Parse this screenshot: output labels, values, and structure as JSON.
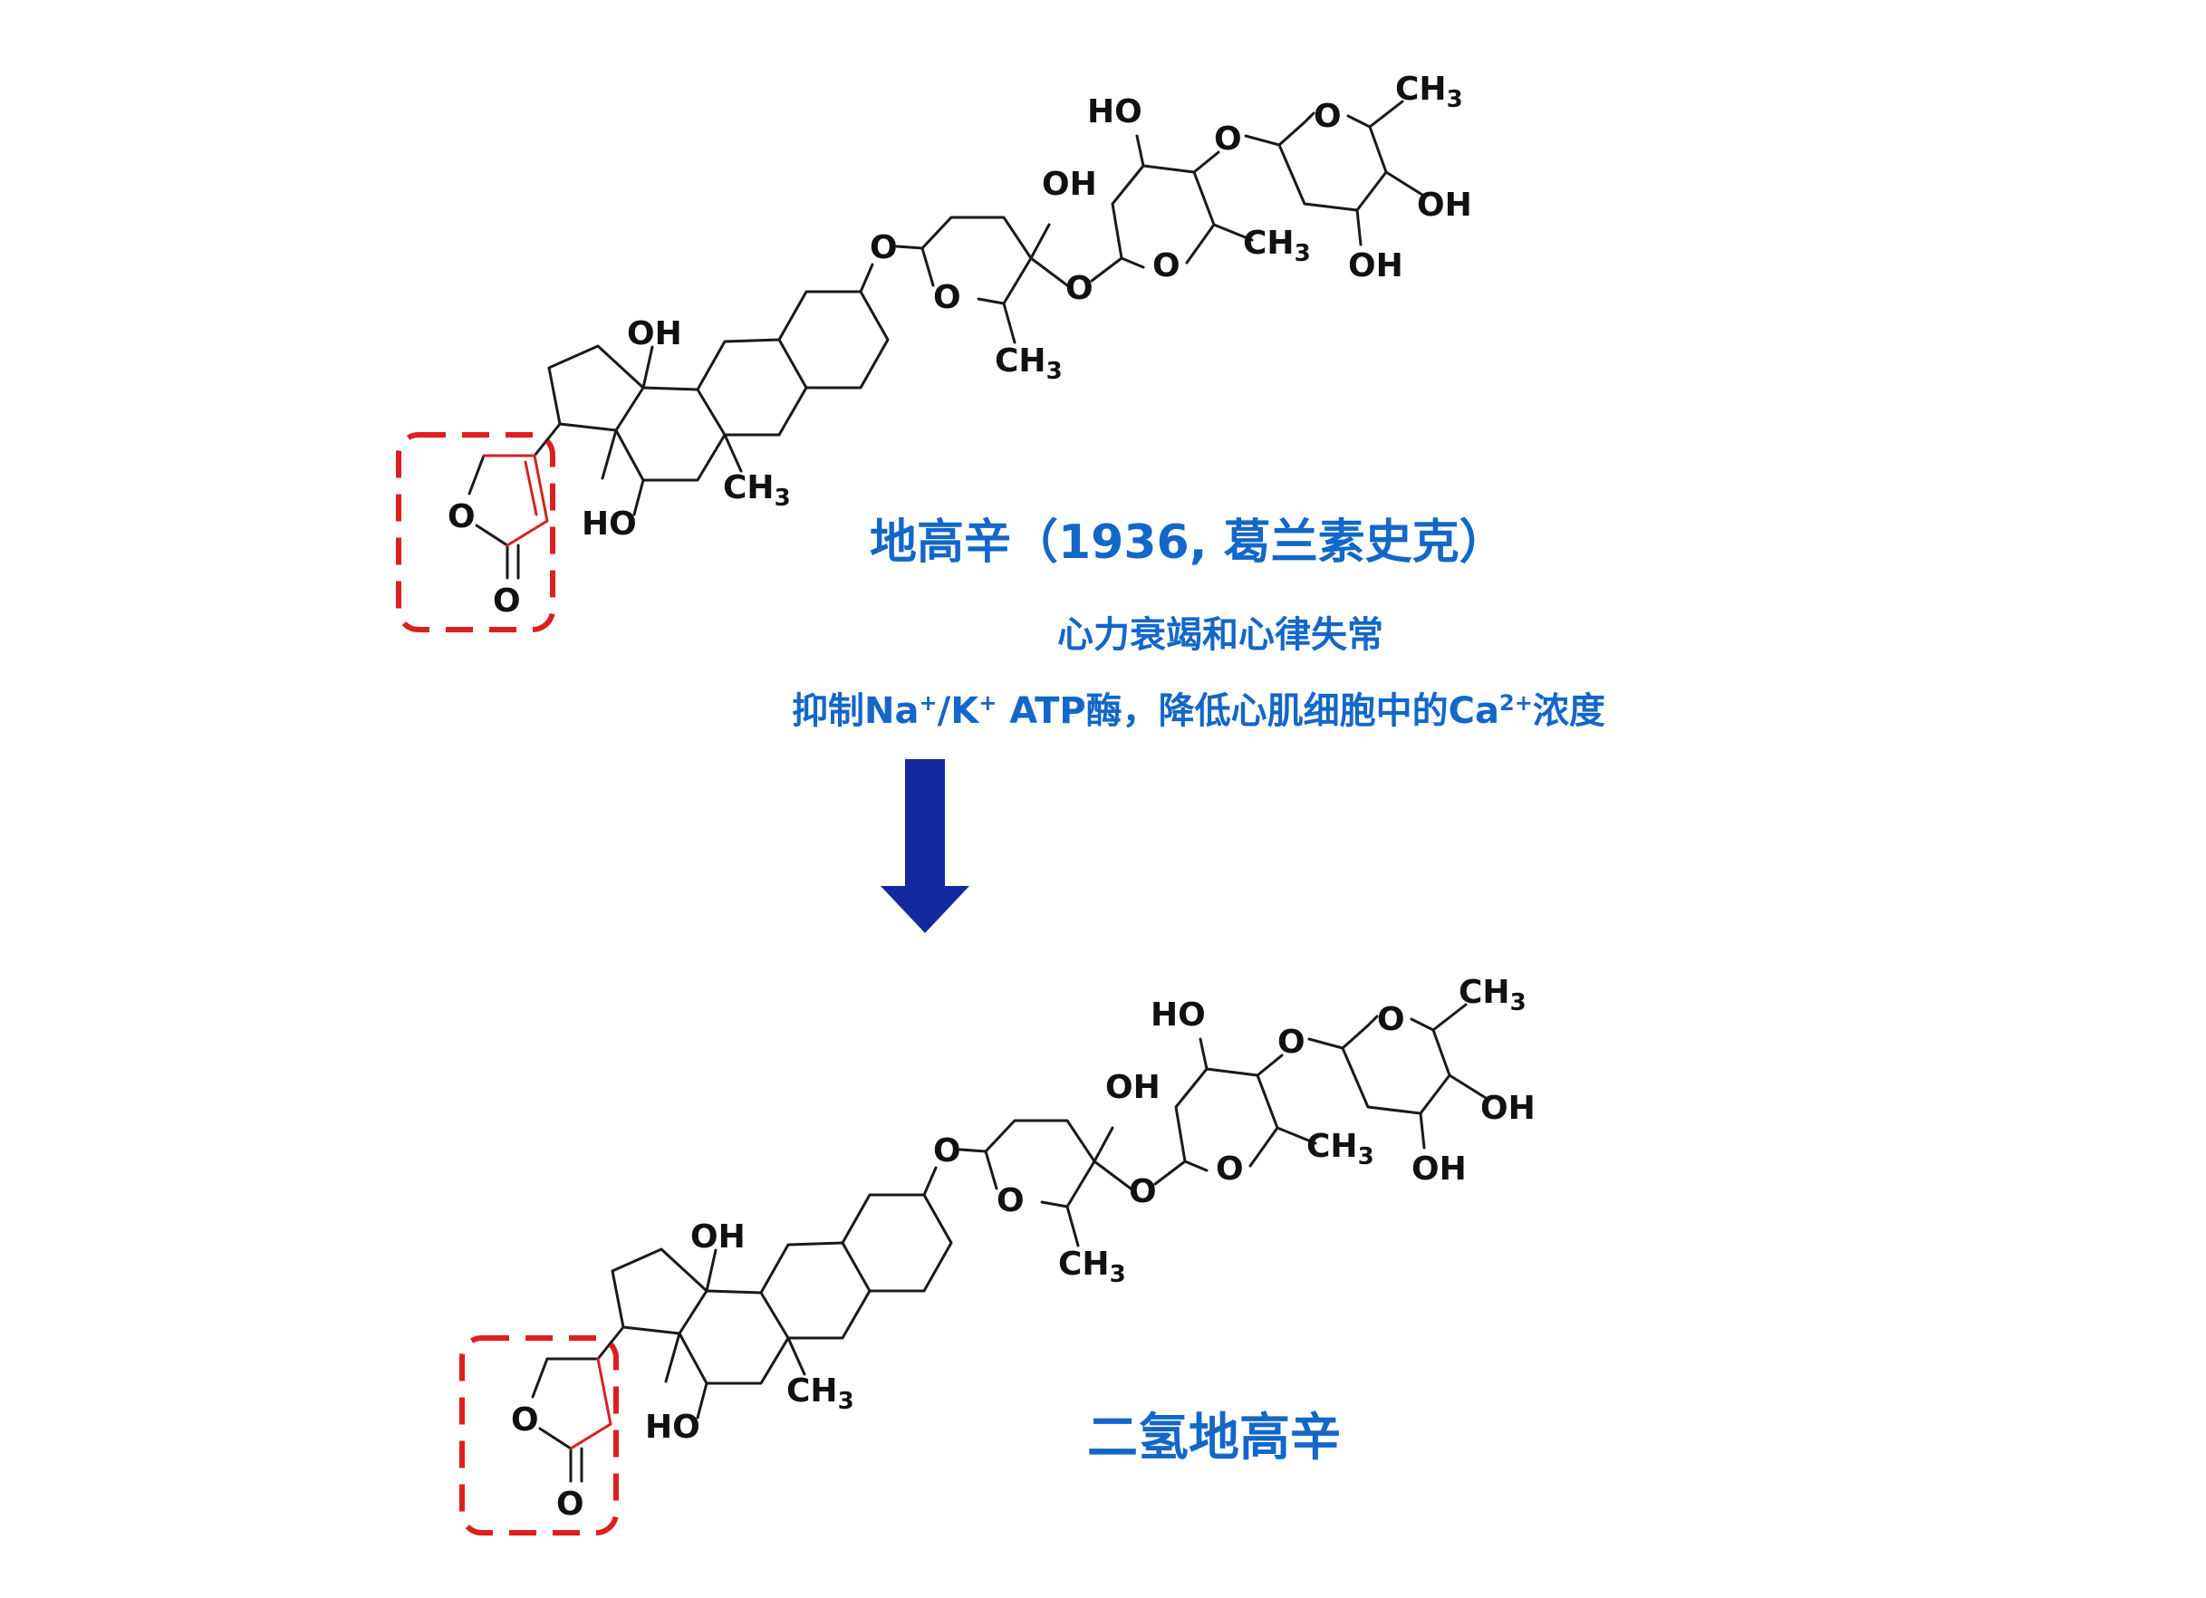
{
  "top_compound": {
    "name_line": "地高辛（1936, 葛兰素史克）",
    "indication": "心力衰竭和心律失常",
    "mechanism_pre": "抑制Na",
    "mechanism_sup1": "+",
    "mechanism_mid": "/K",
    "mechanism_sup2": "+",
    "mechanism_mid2": " ATP酶，降低心肌细胞中的Ca",
    "mechanism_sup3": "2+",
    "mechanism_post": "浓度"
  },
  "bottom_compound": {
    "name_line": "二氢地高辛"
  },
  "atom_labels": {
    "OH": "OH",
    "HO": "HO",
    "O": "O",
    "C": "C",
    "H": "H",
    "sub3": "3"
  },
  "colors": {
    "caption": "#1367c8",
    "arrow": "#1428a0",
    "highlight": "#dd1f1f",
    "bond": "#1a1a1a"
  }
}
